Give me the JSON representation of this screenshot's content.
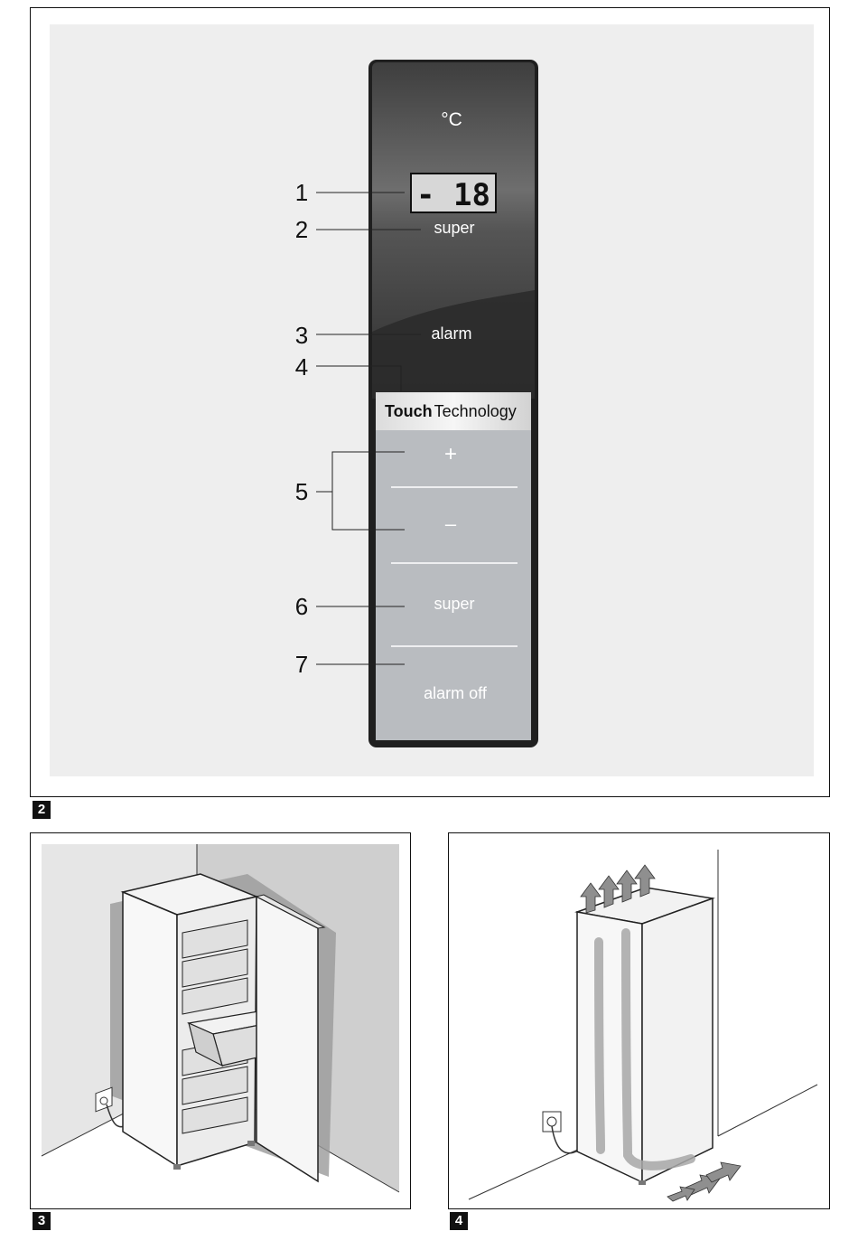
{
  "figure2": {
    "tag": "2",
    "unit": "°C",
    "display_value": "- 18",
    "labels": {
      "super_top": "super",
      "alarm": "alarm",
      "plus": "+",
      "minus": "–",
      "super_bottom": "super",
      "alarm_off": "alarm off"
    },
    "brand": {
      "bold": "Touch",
      "regular": "Technology"
    },
    "callouts": [
      "1",
      "2",
      "3",
      "4",
      "5",
      "6",
      "7"
    ]
  },
  "figure3": {
    "tag": "3"
  },
  "figure4": {
    "tag": "4"
  },
  "colors": {
    "panel_dark": "#3a3a3a",
    "panel_light": "#b9bcc0",
    "background_light": "#eeeeee",
    "wall_gray": "#cfcfcf",
    "airflow": "#a8a8a8"
  }
}
